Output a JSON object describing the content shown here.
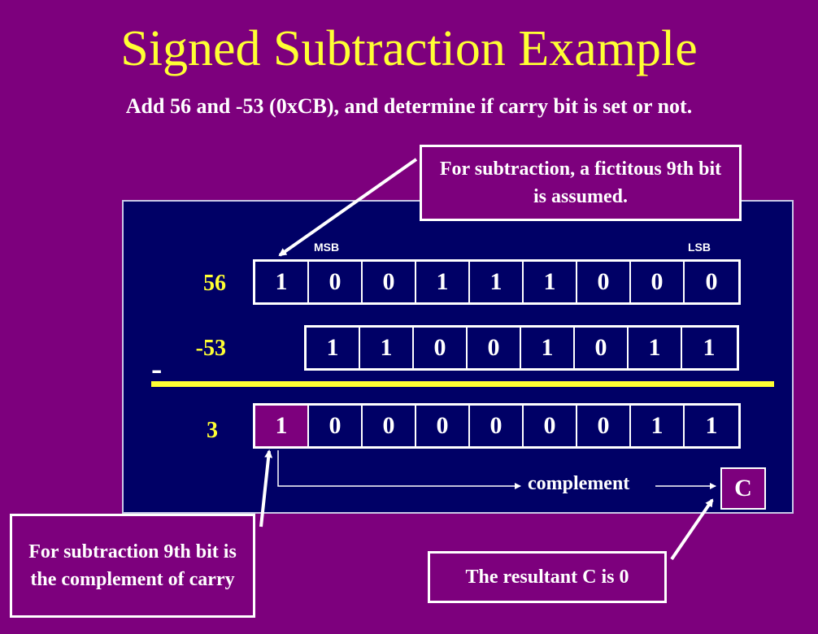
{
  "title": "Signed Subtraction Example",
  "subtitle": "Add 56 and -53 (0xCB), and determine if carry bit is set or not.",
  "callouts": {
    "fictitious_bit": "For subtraction, a fictitous 9th bit is assumed.",
    "ninth_bit": "For subtraction 9th bit is the complement of carry",
    "resultant": "The resultant C is 0"
  },
  "labels": {
    "msb": "MSB",
    "lsb": "LSB",
    "minus": "-",
    "complement": "complement",
    "carry": "C"
  },
  "rows": {
    "a": {
      "label": "56",
      "bits": [
        "1",
        "0",
        "0",
        "1",
        "1",
        "1",
        "0",
        "0",
        "0"
      ]
    },
    "b": {
      "label": "-53",
      "bits": [
        "1",
        "1",
        "0",
        "0",
        "1",
        "0",
        "1",
        "1"
      ]
    },
    "result": {
      "label": "3",
      "bits": [
        "1",
        "0",
        "0",
        "0",
        "0",
        "0",
        "0",
        "1",
        "1"
      ]
    }
  },
  "colors": {
    "background": "#7d007d",
    "panel": "#000066",
    "accent": "#ffff33",
    "text": "#ffffff"
  }
}
